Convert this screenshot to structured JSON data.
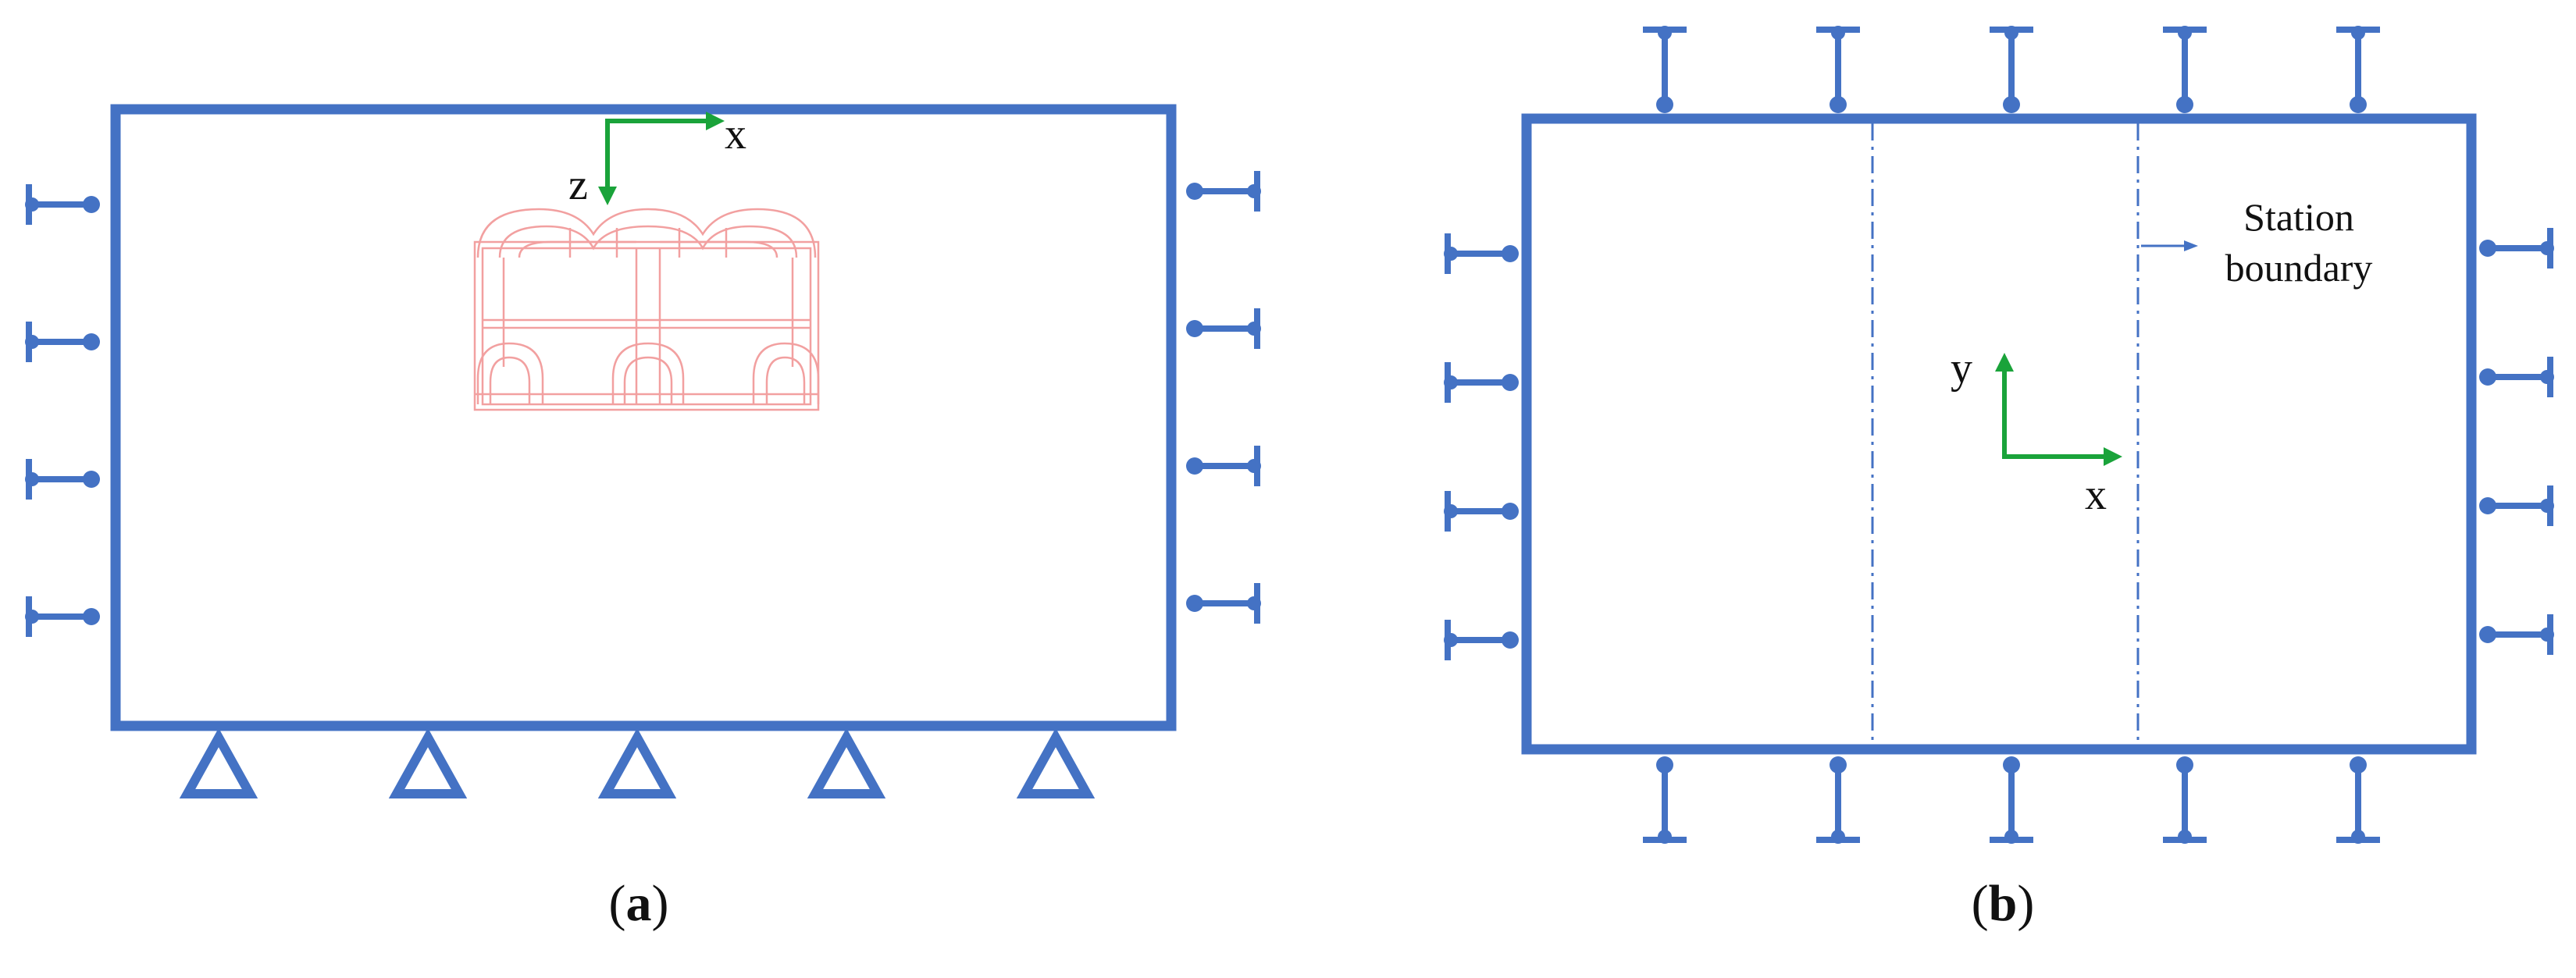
{
  "colors": {
    "boundary": "#4472C4",
    "axis": "#1AA33A",
    "structure": "#F2A0A0",
    "text": "#111111"
  },
  "panel_a": {
    "label_open": "(",
    "label_letter": "a",
    "label_close": ")",
    "axis_x_label": "x",
    "axis_z_label": "z",
    "left_supports": 4,
    "right_supports": 4,
    "bottom_pin_supports": 5,
    "structure_name": "station-cross-section"
  },
  "panel_b": {
    "label_open": "(",
    "label_letter": "b",
    "label_close": ")",
    "axis_x_label": "x",
    "axis_y_label": "y",
    "annotation_line1": "Station",
    "annotation_line2": "boundary",
    "left_supports": 4,
    "right_supports": 4,
    "top_supports": 5,
    "bottom_supports": 5,
    "icons": [
      "roller-support-icon",
      "pin-support-icon",
      "axis-arrow-icon"
    ]
  }
}
